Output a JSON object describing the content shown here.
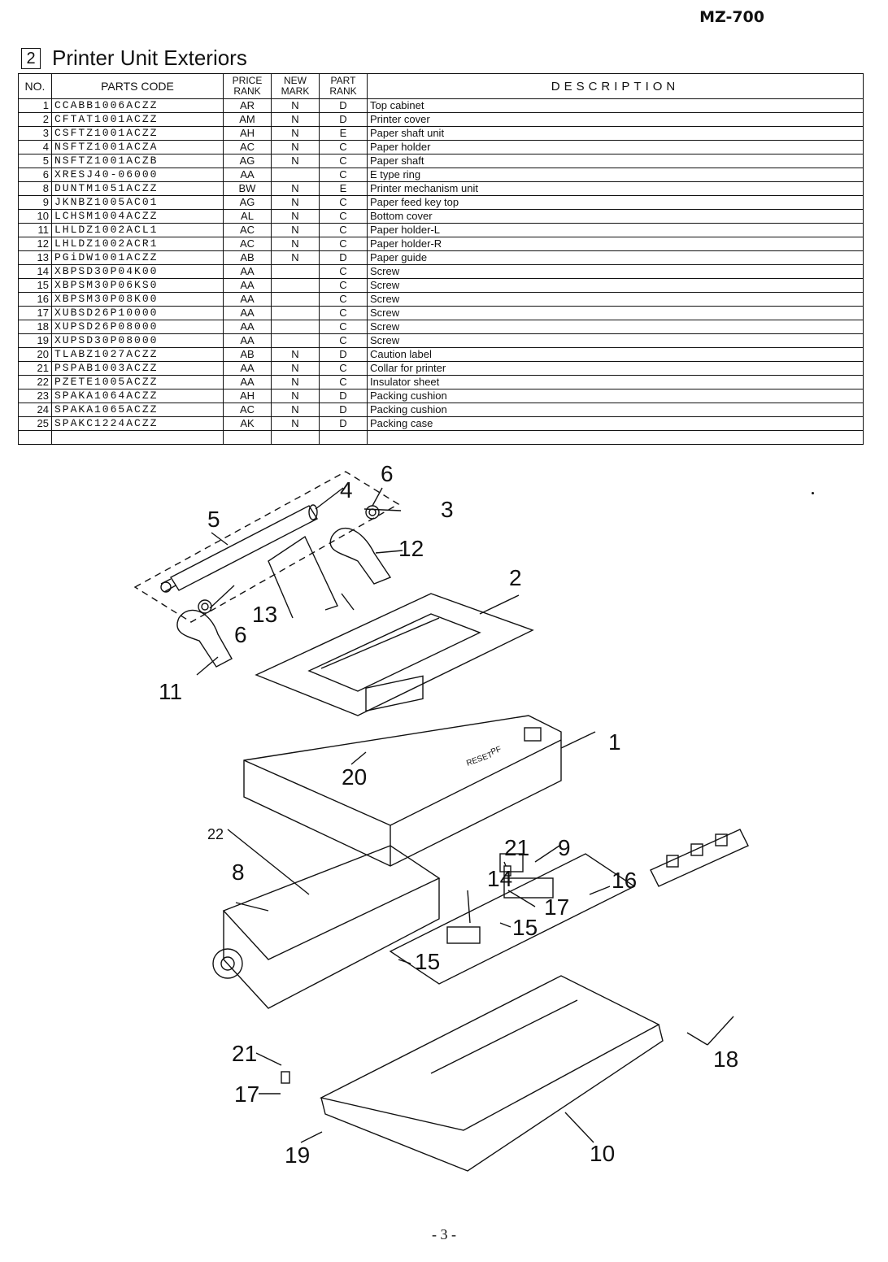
{
  "header": {
    "model": "MZ-700"
  },
  "section": {
    "number": "2",
    "title": "Printer Unit Exteriors"
  },
  "table": {
    "headers": {
      "no": "NO.",
      "parts_code": "PARTS CODE",
      "price_rank": [
        "PRICE",
        "RANK"
      ],
      "new_mark": [
        "NEW",
        "MARK"
      ],
      "part_rank": [
        "PART",
        "RANK"
      ],
      "description": "DESCRIPTION"
    },
    "rows": [
      {
        "no": "1",
        "code": "CCABB1006ACZZ",
        "price": "AR",
        "new": "N",
        "part": "D",
        "desc": "Top cabinet"
      },
      {
        "no": "2",
        "code": "CFTAT1001ACZZ",
        "price": "AM",
        "new": "N",
        "part": "D",
        "desc": "Printer cover"
      },
      {
        "no": "3",
        "code": "CSFTZ1001ACZZ",
        "price": "AH",
        "new": "N",
        "part": "E",
        "desc": "Paper shaft unit"
      },
      {
        "no": "4",
        "code": "NSFTZ1001ACZA",
        "price": "AC",
        "new": "N",
        "part": "C",
        "desc": "Paper holder"
      },
      {
        "no": "5",
        "code": "NSFTZ1001ACZB",
        "price": "AG",
        "new": "N",
        "part": "C",
        "desc": "Paper shaft"
      },
      {
        "no": "6",
        "code": "XRESJ40-06000",
        "price": "AA",
        "new": "",
        "part": "C",
        "desc": "E type ring"
      },
      {
        "no": "8",
        "code": "DUNTM1051ACZZ",
        "price": "BW",
        "new": "N",
        "part": "E",
        "desc": "Printer mechanism unit"
      },
      {
        "no": "9",
        "code": "JKNBZ1005AC01",
        "price": "AG",
        "new": "N",
        "part": "C",
        "desc": "Paper feed key top"
      },
      {
        "no": "10",
        "code": "LCHSM1004ACZZ",
        "price": "AL",
        "new": "N",
        "part": "C",
        "desc": "Bottom cover"
      },
      {
        "no": "11",
        "code": "LHLDZ1002ACL1",
        "price": "AC",
        "new": "N",
        "part": "C",
        "desc": "Paper holder-L"
      },
      {
        "no": "12",
        "code": "LHLDZ1002ACR1",
        "price": "AC",
        "new": "N",
        "part": "C",
        "desc": "Paper holder-R"
      },
      {
        "no": "13",
        "code": "PGiDW1001ACZZ",
        "price": "AB",
        "new": "N",
        "part": "D",
        "desc": "Paper guide"
      },
      {
        "no": "14",
        "code": "XBPSD30P04K00",
        "price": "AA",
        "new": "",
        "part": "C",
        "desc": "Screw"
      },
      {
        "no": "15",
        "code": "XBPSM30P06KS0",
        "price": "AA",
        "new": "",
        "part": "C",
        "desc": "Screw"
      },
      {
        "no": "16",
        "code": "XBPSM30P08K00",
        "price": "AA",
        "new": "",
        "part": "C",
        "desc": "Screw"
      },
      {
        "no": "17",
        "code": "XUBSD26P10000",
        "price": "AA",
        "new": "",
        "part": "C",
        "desc": "Screw"
      },
      {
        "no": "18",
        "code": "XUPSD26P08000",
        "price": "AA",
        "new": "",
        "part": "C",
        "desc": "Screw"
      },
      {
        "no": "19",
        "code": "XUPSD30P08000",
        "price": "AA",
        "new": "",
        "part": "C",
        "desc": "Screw"
      },
      {
        "no": "20",
        "code": "TLABZ1027ACZZ",
        "price": "AB",
        "new": "N",
        "part": "D",
        "desc": "Caution label"
      },
      {
        "no": "21",
        "code": "PSPAB1003ACZZ",
        "price": "AA",
        "new": "N",
        "part": "C",
        "desc": "Collar for printer"
      },
      {
        "no": "22",
        "code": "PZETE1005ACZZ",
        "price": "AA",
        "new": "N",
        "part": "C",
        "desc": "Insulator sheet"
      },
      {
        "no": "23",
        "code": "SPAKA1064ACZZ",
        "price": "AH",
        "new": "N",
        "part": "D",
        "desc": "Packing cushion"
      },
      {
        "no": "24",
        "code": "SPAKA1065ACZZ",
        "price": "AC",
        "new": "N",
        "part": "D",
        "desc": "Packing cushion"
      },
      {
        "no": "25",
        "code": "SPAKC1224ACZZ",
        "price": "AK",
        "new": "N",
        "part": "D",
        "desc": "Packing case"
      }
    ]
  },
  "diagram": {
    "callouts": [
      "6",
      "4",
      "3",
      "5",
      "12",
      "2",
      "13",
      "6",
      "11",
      "1",
      "20",
      "22",
      "21",
      "9",
      "8",
      "14",
      "16",
      "17",
      "15",
      "15",
      "18",
      "21",
      "17",
      "19",
      "10"
    ],
    "panel_labels": [
      "RESET",
      "PF"
    ]
  },
  "footer": {
    "page": "- 3 -"
  }
}
